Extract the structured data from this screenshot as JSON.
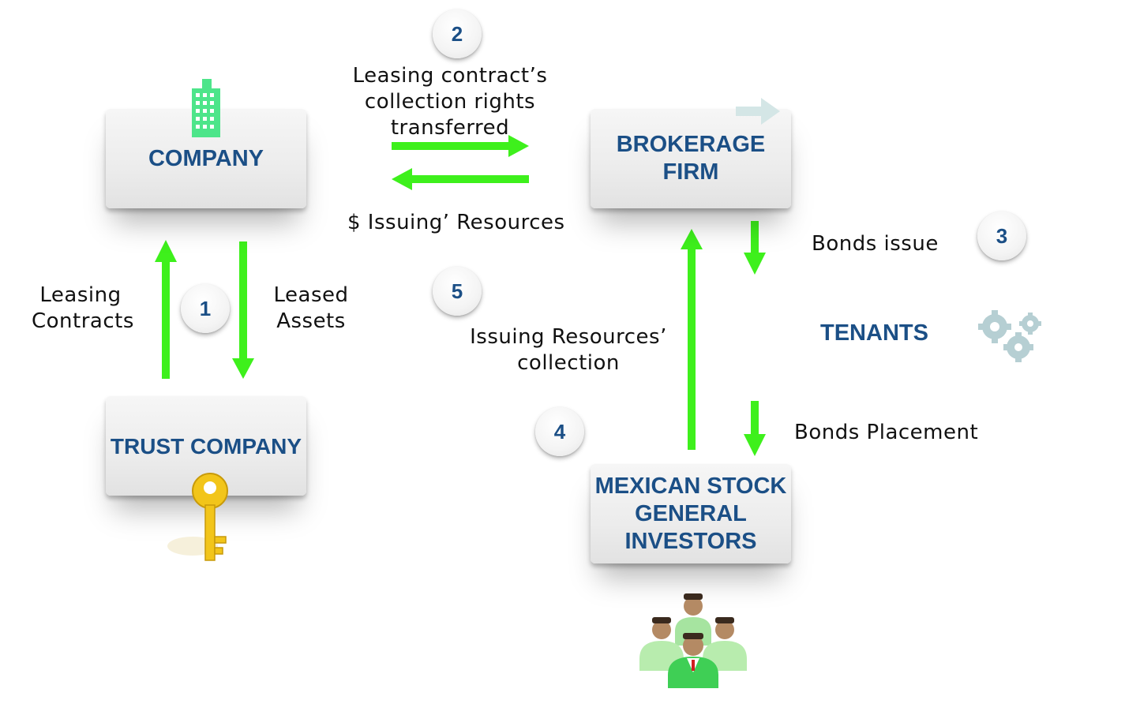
{
  "nodes": {
    "company": "COMPANY",
    "brokerage": "BROKERAGE\nFIRM",
    "trust": "TRUST COMPANY",
    "investors": "MEXICAN STOCK\nGENERAL\nINVESTORS",
    "tenants": "TENANTS"
  },
  "steps": [
    "1",
    "2",
    "3",
    "4",
    "5"
  ],
  "labels": {
    "leasing_contracts": "Leasing\nContracts",
    "leased_assets": "Leased\nAssets",
    "collection_rights": "Leasing contract’s\ncollection rights\ntransferred",
    "issuing_resources": "$ Issuing’ Resources",
    "bonds_issue": "Bonds issue",
    "bonds_placement": "Bonds Placement",
    "resources_collection": "Issuing Resources’\ncollection"
  },
  "icons": {
    "company": "building-icon",
    "brokerage": "arrow-right-icon",
    "trust": "key-icon",
    "tenants": "gears-icon",
    "investors": "people-group-icon"
  },
  "colors": {
    "arrow": "#3ef01c",
    "box_text": "#1b4f86",
    "building": "#4de58a",
    "key": "#f2c51a",
    "gears": "#b6cfd3",
    "people": "#8ad87a"
  }
}
